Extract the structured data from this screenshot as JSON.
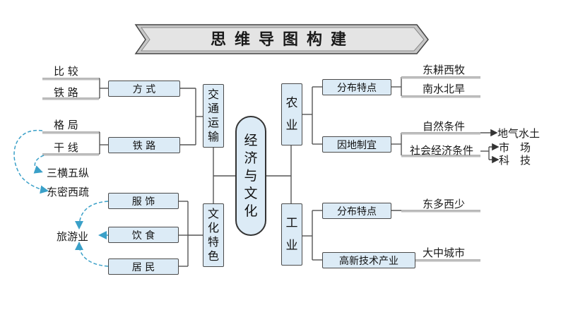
{
  "title": "思维导图构建",
  "center": [
    "经",
    "济",
    "与",
    "文",
    "化"
  ],
  "left": {
    "transport": {
      "label": [
        "交",
        "通",
        "运",
        "输"
      ]
    },
    "culture": {
      "label": [
        "文",
        "化",
        "特",
        "色"
      ]
    },
    "fangshi": {
      "label": "方 式",
      "items": [
        "比 较",
        "铁 路"
      ]
    },
    "tielu": {
      "label": "铁 路",
      "items": [
        "格 局",
        "干 线"
      ],
      "outcomes": [
        "三横五纵",
        "东密西疏"
      ]
    },
    "fushi": {
      "label": "服 饰"
    },
    "yinshi": {
      "label": "饮 食"
    },
    "jumin": {
      "label": "居 民"
    },
    "tourism": "旅游业"
  },
  "right": {
    "agriculture": {
      "label": [
        "农",
        "业"
      ]
    },
    "industry": {
      "label": [
        "工",
        "业"
      ]
    },
    "agri_dist": {
      "label": "分布特点",
      "items": [
        "东耕西牧",
        "南水北旱"
      ]
    },
    "agri_local": {
      "label": "因地制宜",
      "items": [
        "自然条件",
        "社会经济条件"
      ]
    },
    "natural_result": "地气水土",
    "social_results": [
      "市　场",
      "科　技"
    ],
    "ind_dist": {
      "label": "分布特点",
      "item": "东多西少"
    },
    "hightech": {
      "label": "高新技术产业",
      "item": "大中城市"
    }
  },
  "colors": {
    "box_fill": "#dcebf6",
    "line": "#555555",
    "arrow": "#3aa0c8",
    "banner_fill": "#dcdcdc"
  }
}
